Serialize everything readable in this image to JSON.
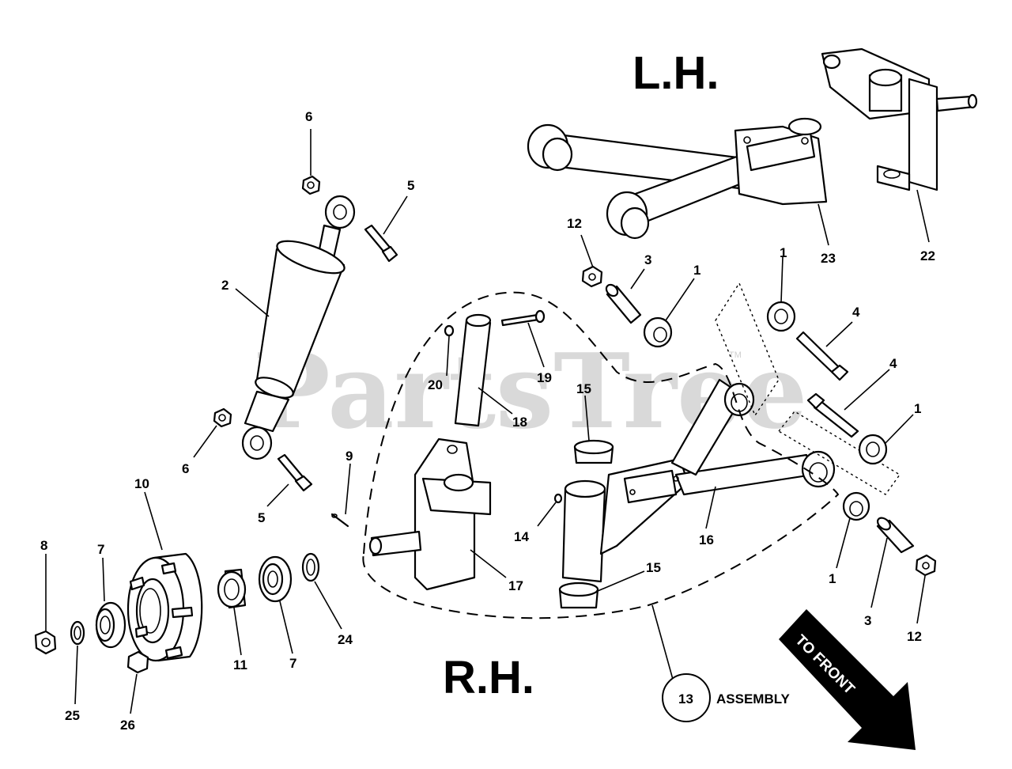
{
  "title_lh": "L.H.",
  "title_rh": "R.H.",
  "watermark": "PartsTree",
  "watermark_tm": "TM",
  "assembly_number": "13",
  "assembly_label": "ASSEMBLY",
  "front_arrow_label": "TO FRONT",
  "callouts": {
    "c1a": "1",
    "c1b": "1",
    "c1c": "1",
    "c1d": "1",
    "c2": "2",
    "c3a": "3",
    "c3b": "3",
    "c4a": "4",
    "c4b": "4",
    "c5a": "5",
    "c5b": "5",
    "c6a": "6",
    "c6b": "6",
    "c7a": "7",
    "c7b": "7",
    "c8": "8",
    "c9": "9",
    "c10": "10",
    "c11": "11",
    "c12a": "12",
    "c12b": "12",
    "c14": "14",
    "c15a": "15",
    "c15b": "15",
    "c16": "16",
    "c17": "17",
    "c18": "18",
    "c19": "19",
    "c20": "20",
    "c22": "22",
    "c23": "23",
    "c24": "24",
    "c25": "25",
    "c26": "26"
  }
}
